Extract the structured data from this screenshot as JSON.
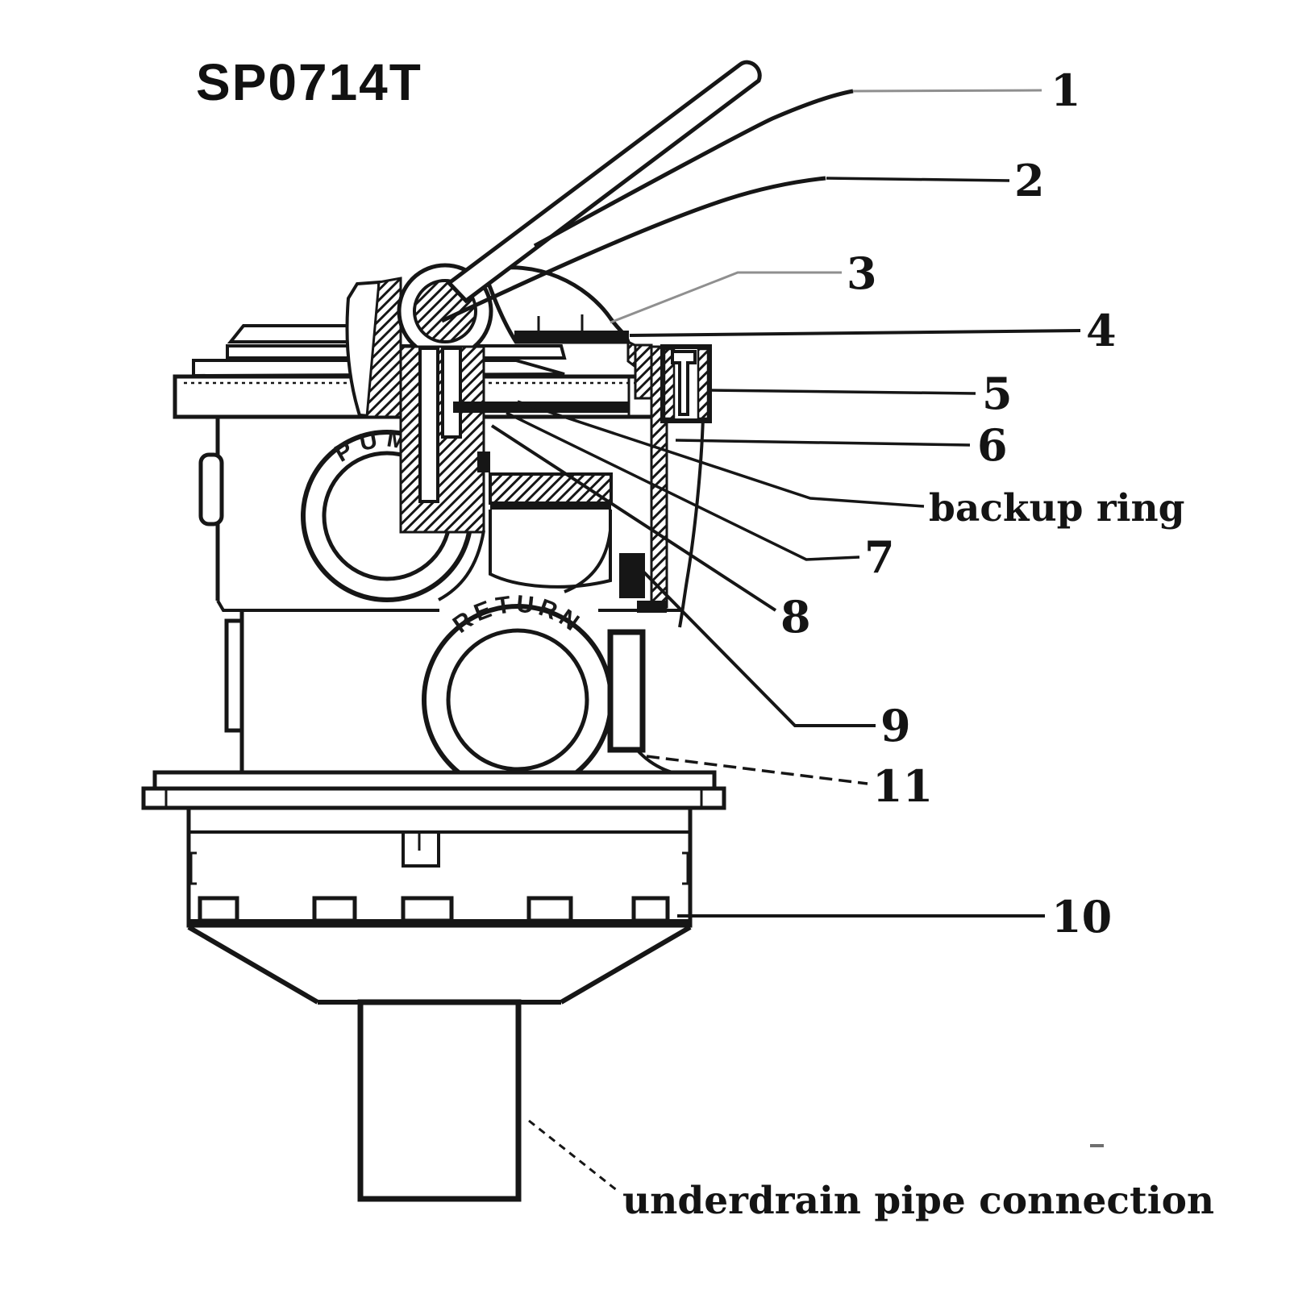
{
  "title": "SP0714T",
  "ports": {
    "pump": "PUMP",
    "return": "RETURN"
  },
  "callouts": {
    "c1": "1",
    "c2": "2",
    "c3": "3",
    "c4": "4",
    "c5": "5",
    "c6": "6",
    "c7": "7",
    "c8": "8",
    "c9": "9",
    "c10": "10",
    "c11": "11",
    "backup_ring": "backup ring",
    "underdrain": "underdrain pipe connection"
  },
  "colors": {
    "ink": "#161616",
    "leader_gray": "#8f8f8f",
    "background": "#ffffff"
  }
}
